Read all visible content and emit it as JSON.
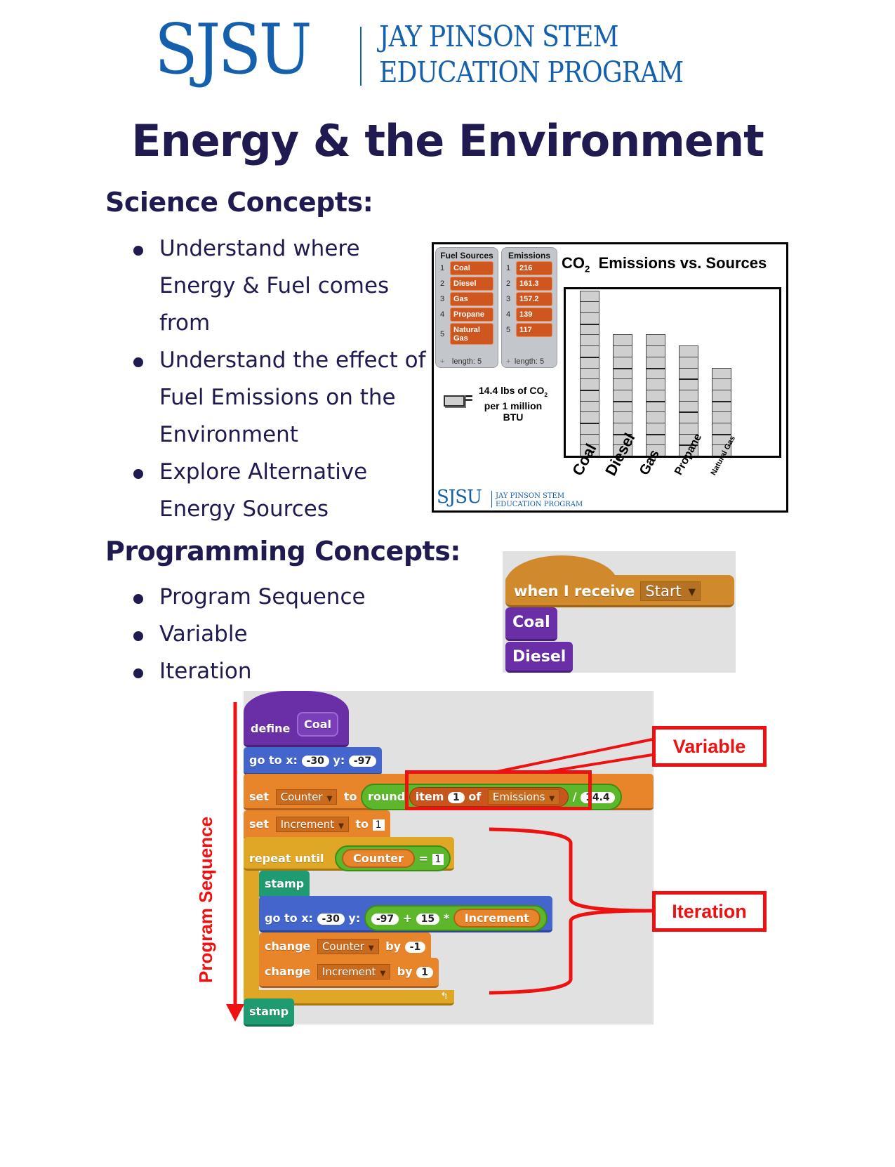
{
  "header": {
    "logo_mark": "SJSU",
    "program_line1": "JAY PINSON STEM",
    "program_line2": "EDUCATION PROGRAM",
    "brand_color": "#1560ad"
  },
  "page_title": "Energy & the Environment",
  "science": {
    "heading": "Science Concepts:",
    "bullets": [
      [
        "Understand where",
        "Energy & Fuel comes",
        "from"
      ],
      [
        "Understand the effect of",
        "Fuel Emissions on the",
        "Environment"
      ],
      [
        "Explore Alternative",
        "Energy Sources"
      ]
    ]
  },
  "programming": {
    "heading": "Programming Concepts:",
    "bullets": [
      "Program Sequence",
      "Variable",
      "Iteration"
    ]
  },
  "figure": {
    "fuel_list": {
      "title": "Fuel Sources",
      "items": [
        "Coal",
        "Diesel",
        "Gas",
        "Propane",
        "Natural Gas"
      ],
      "footer": "length: 5"
    },
    "emissions_list": {
      "title": "Emissions",
      "items": [
        "216",
        "161.3",
        "157.2",
        "139",
        "117"
      ],
      "footer": "length: 5"
    },
    "legend_line1": "14.4 lbs of CO",
    "legend_line1_sub": "2",
    "legend_line2": "per 1 million",
    "legend_line3": "BTU",
    "legend_eq": "=",
    "mini_logo": {
      "mark": "SJSU",
      "line1": "JAY PINSON STEM",
      "line2": "EDUCATION PROGRAM"
    }
  },
  "chart_data": {
    "type": "bar",
    "title": "CO2 Emissions vs. Sources",
    "title_prefix": "CO",
    "title_sub": "2",
    "title_suffix": "Emissions vs. Sources",
    "categories": [
      "Coal",
      "Diesel",
      "Gas",
      "Propane",
      "Natural Gas"
    ],
    "values": [
      216,
      161.3,
      157.2,
      139,
      117
    ],
    "unit_per_block": 14.4,
    "blocks": [
      15,
      11,
      11,
      10,
      8
    ],
    "xlabel": "",
    "ylabel": "",
    "grid": false,
    "legend": "left"
  },
  "scratch_top": {
    "hat_label": "when I receive",
    "hat_message": "Start",
    "blocks": [
      "Coal",
      "Diesel"
    ]
  },
  "scratch_main": {
    "define_label": "define",
    "define_name": "Coal",
    "goto1": {
      "label": "go to x:",
      "x": "-30",
      "ylabel": "y:",
      "y": "-97"
    },
    "set_counter": {
      "label": "set",
      "var": "Counter",
      "to": "to",
      "round": "round",
      "item": "item",
      "index": "1",
      "of": "of",
      "list": "Emissions",
      "div": "/",
      "divisor": "14.4"
    },
    "set_increment": {
      "label": "set",
      "var": "Increment",
      "to": "to",
      "value": "1"
    },
    "repeat": {
      "label": "repeat until",
      "var": "Counter",
      "op": "=",
      "value": "1"
    },
    "stamp_inner": "stamp",
    "goto2": {
      "label": "go to x:",
      "x": "-30",
      "ylabel": "y:",
      "y": "-97",
      "plus": "+",
      "mul_a": "15",
      "times": "*",
      "var": "Increment"
    },
    "change_counter": {
      "label": "change",
      "var": "Counter",
      "by": "by",
      "value": "-1"
    },
    "change_increment": {
      "label": "change",
      "var": "Increment",
      "by": "by",
      "value": "1"
    },
    "stamp_outer": "stamp"
  },
  "annotations": {
    "variable": "Variable",
    "iteration": "Iteration",
    "program_sequence": "Program Sequence",
    "color": "#ee1111"
  }
}
